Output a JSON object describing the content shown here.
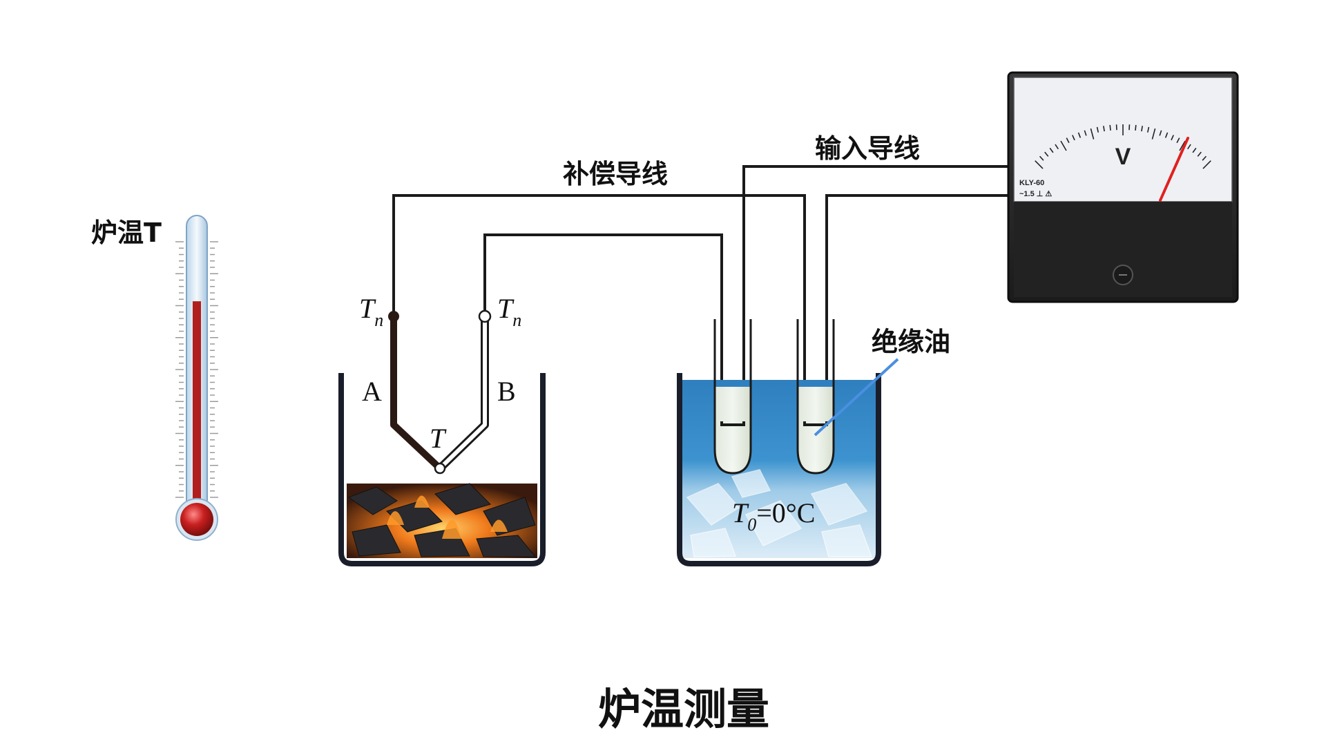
{
  "labels": {
    "furnace_temp": "炉温T",
    "compensation_wire": "补偿导线",
    "input_wire": "输入导线",
    "insulating_oil": "绝缘油",
    "title": "炉温测量",
    "electrode_a": "A",
    "electrode_b": "B",
    "hot_junction": "T",
    "ref_junction_main": "T",
    "ref_junction_sub": "n",
    "ice_temp_main": "T",
    "ice_temp_sub": "0",
    "ice_temp_value": "=0°C"
  },
  "voltmeter": {
    "unit": "V",
    "model": "KLY-60",
    "spec": "~1.5 ⊥ ⚠"
  },
  "colors": {
    "wire": "#1a1a1a",
    "electrode_a": "#2b1a14",
    "water_top": "#3f8fc9",
    "water_bottom": "#cfe6f5",
    "fire": "#e8621a",
    "thermo_red": "#b01e1e",
    "needle": "#e02020"
  },
  "thermometer": {
    "mercury_level_fraction": 0.72
  }
}
